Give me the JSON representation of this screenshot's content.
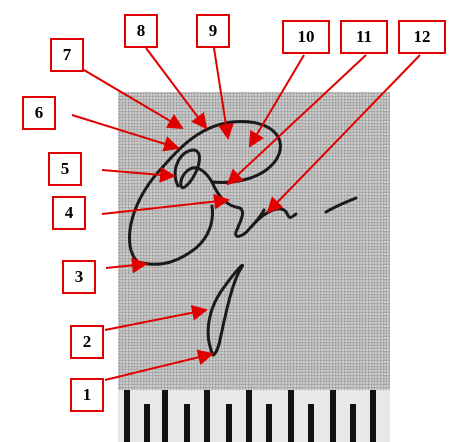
{
  "labels": [
    "1",
    "2",
    "3",
    "4",
    "5",
    "6",
    "7",
    "8",
    "9",
    "10",
    "11",
    "12"
  ],
  "colors": {
    "label_border": "#e00000",
    "arrow": "#e00000",
    "ink": "#1a1a1a"
  }
}
